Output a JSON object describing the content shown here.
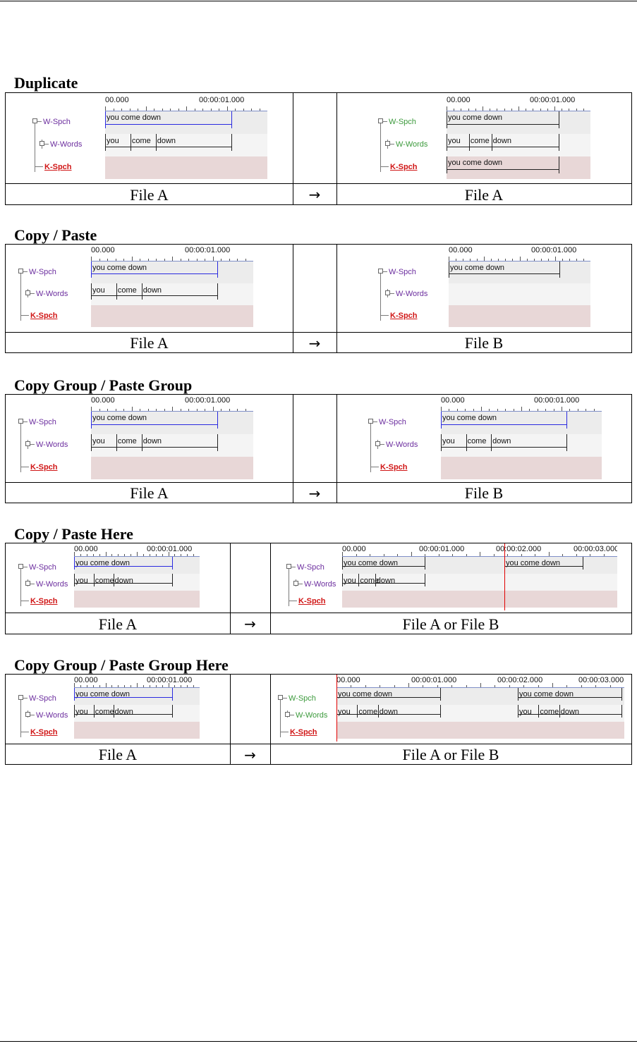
{
  "sections": [
    {
      "title": "Duplicate",
      "left_caption": "File A",
      "arrow": "→",
      "right_caption": "File A"
    },
    {
      "title": "Copy / Paste",
      "left_caption": "File A",
      "arrow": "→",
      "right_caption": "File B"
    },
    {
      "title": "Copy Group / Paste Group",
      "left_caption": "File A",
      "arrow": "→",
      "right_caption": "File B"
    },
    {
      "title": "Copy / Paste Here",
      "left_caption": "File A",
      "arrow": "→",
      "right_caption": "File A or File B"
    },
    {
      "title": "Copy Group / Paste Group Here",
      "left_caption": "File A",
      "arrow": "→",
      "right_caption": "File A or File B"
    }
  ],
  "tiers": {
    "speech": "W-Spch",
    "words": "W-Words",
    "k": "K-Spch"
  },
  "times": {
    "t0": "00.000",
    "t1": "00:00:01.000",
    "t2": "00:00:02.000",
    "t3": "00:00:03.000"
  },
  "annotations": {
    "phrase": "you come down",
    "w1": "you",
    "w2": "come",
    "w3": "down"
  },
  "colors": {
    "selection": "#2a2ae0",
    "cursor": "#e00000",
    "k_tier_bg": "#e8d7d7",
    "tier_name": "#6b2d9e",
    "k_tier_name": "#d01515"
  }
}
